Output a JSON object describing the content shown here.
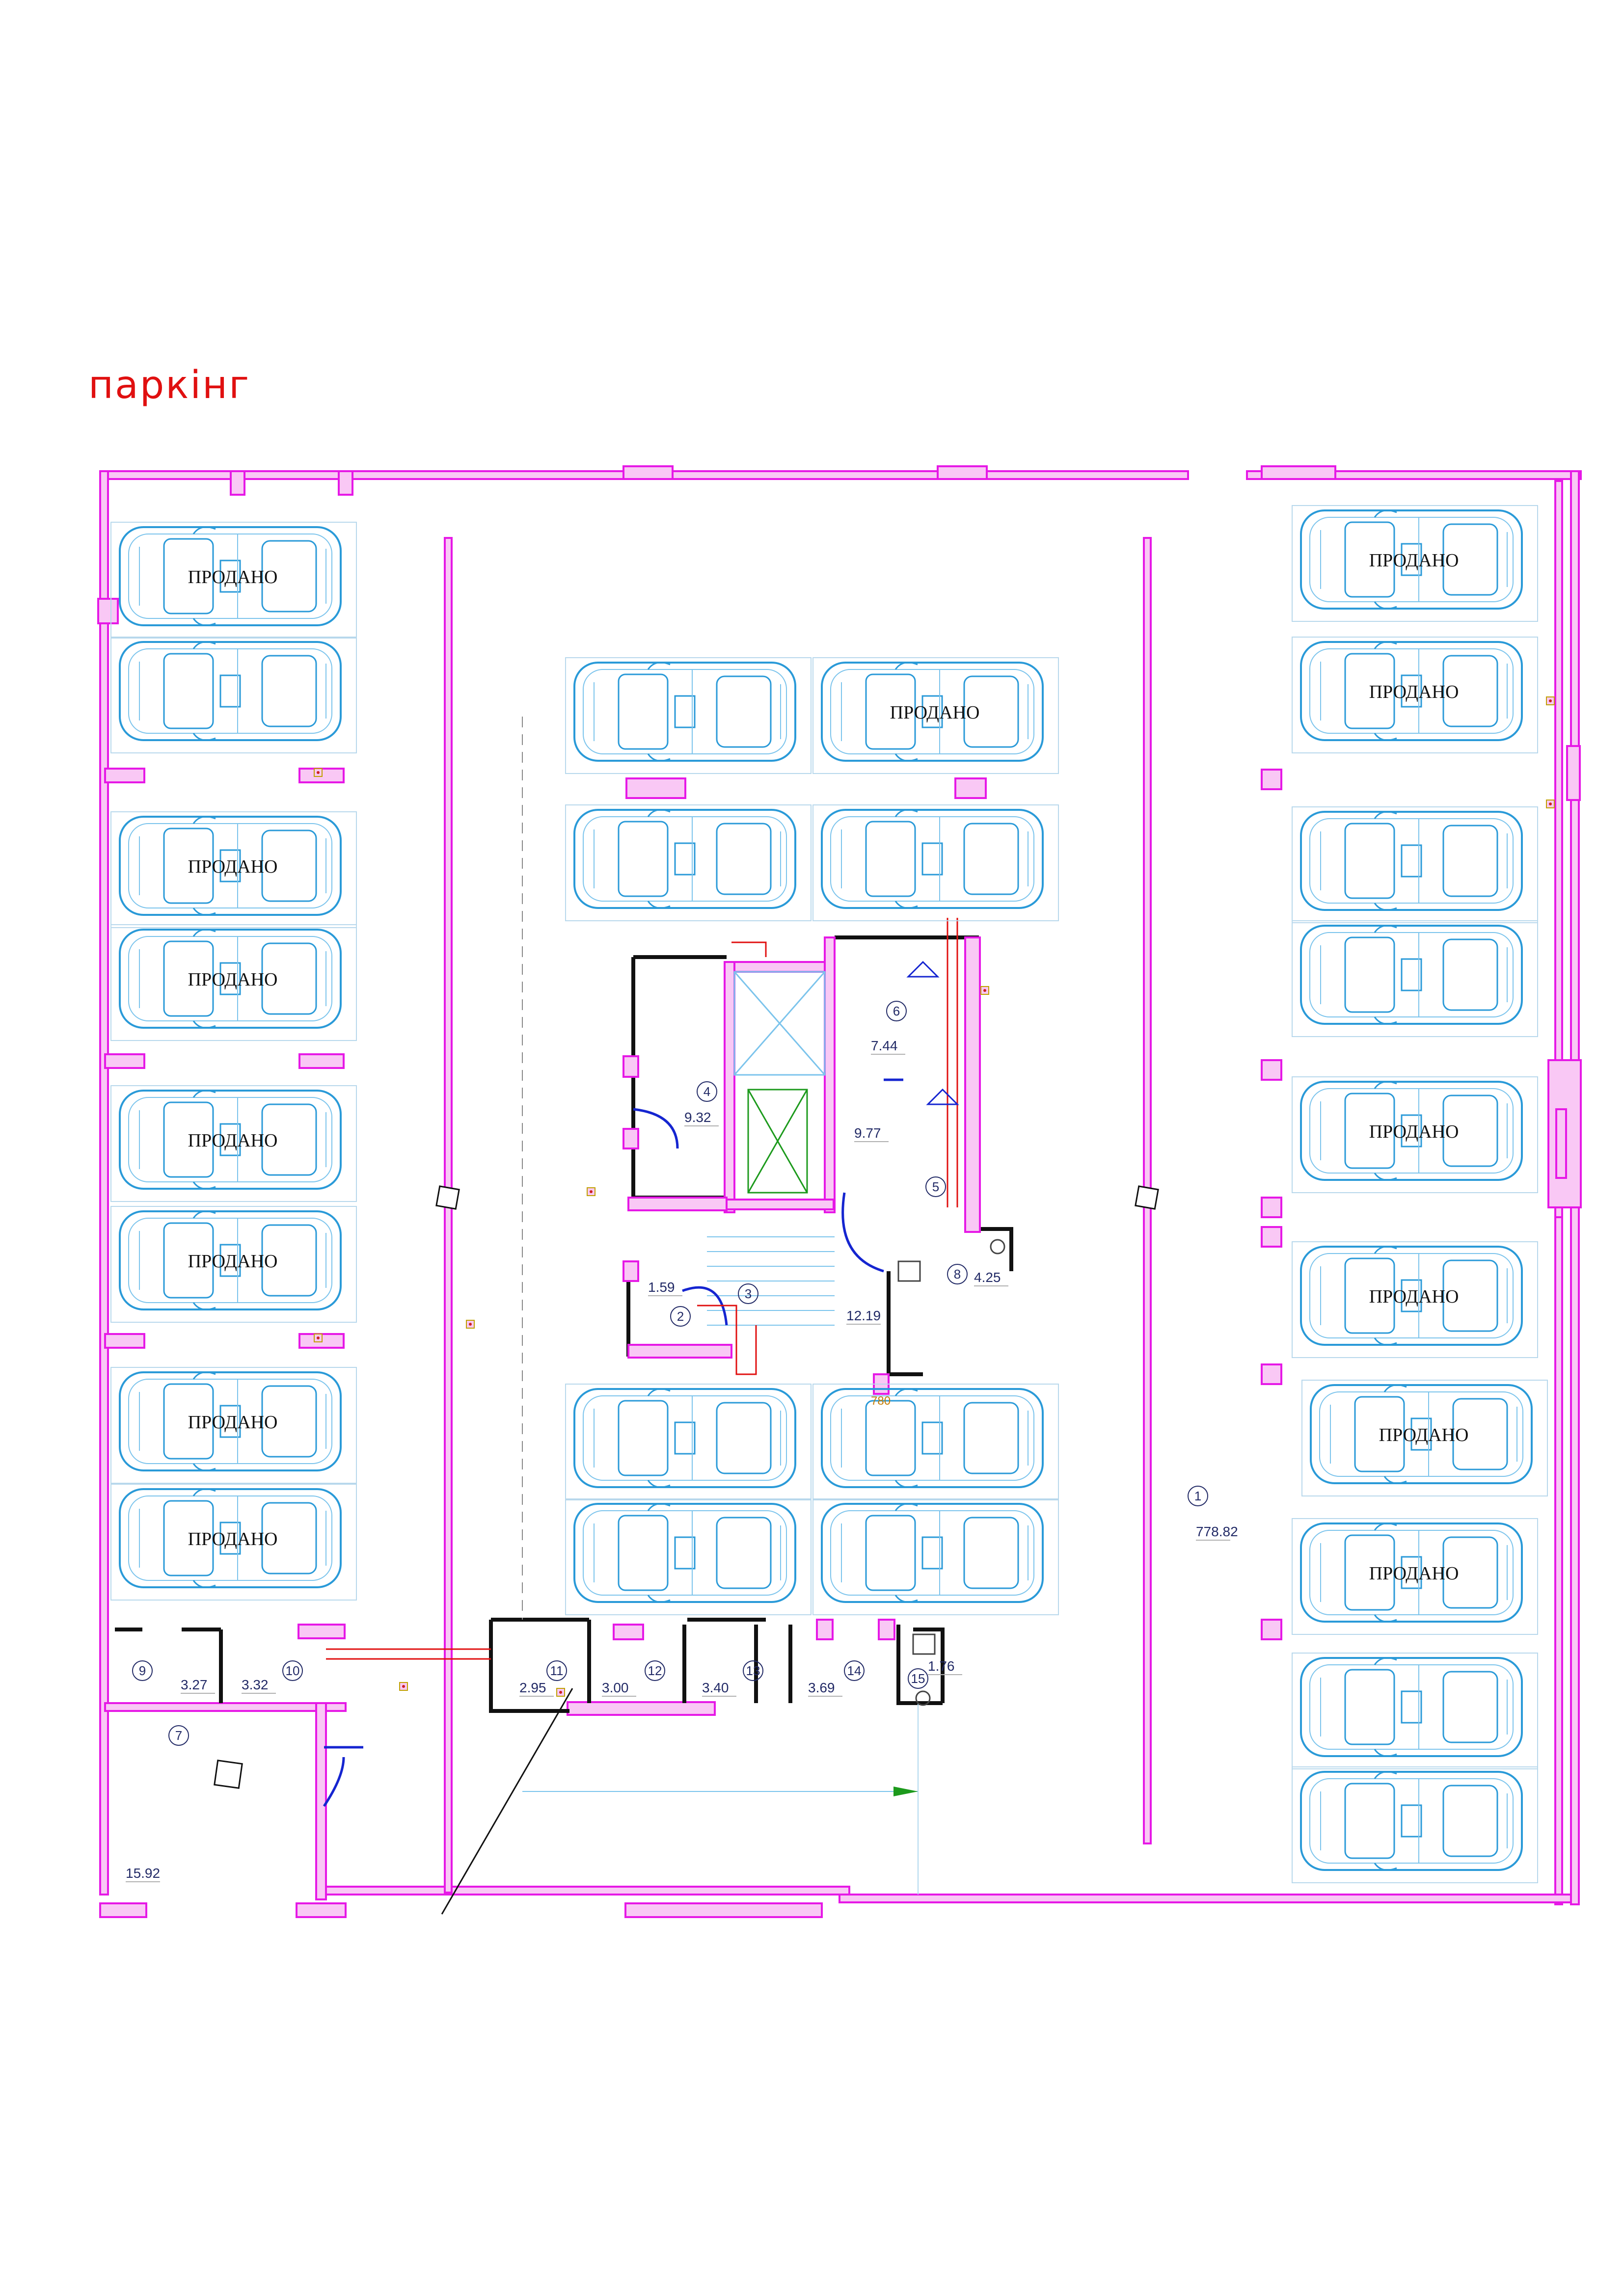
{
  "title": "паркінг",
  "sold_label": "ПРОДАНО",
  "colors": {
    "wall": "#e619e6",
    "wall_fill": "#f9c8f5",
    "car": "#2a9ad8",
    "text": "#222a66",
    "door": "#1525d0",
    "title": "#e01010"
  },
  "parking_spots": [
    {
      "id": "L1",
      "sold": true
    },
    {
      "id": "L2",
      "sold": false
    },
    {
      "id": "L3",
      "sold": true
    },
    {
      "id": "L4",
      "sold": true
    },
    {
      "id": "L5",
      "sold": true
    },
    {
      "id": "L6",
      "sold": true
    },
    {
      "id": "L7",
      "sold": true
    },
    {
      "id": "L8",
      "sold": true
    },
    {
      "id": "C1",
      "sold": false
    },
    {
      "id": "C2",
      "sold": true
    },
    {
      "id": "C3",
      "sold": false
    },
    {
      "id": "C4",
      "sold": false
    },
    {
      "id": "C5",
      "sold": false
    },
    {
      "id": "C6",
      "sold": false
    },
    {
      "id": "C7",
      "sold": false
    },
    {
      "id": "C8",
      "sold": false
    },
    {
      "id": "R1",
      "sold": true
    },
    {
      "id": "R2",
      "sold": true
    },
    {
      "id": "R3",
      "sold": false
    },
    {
      "id": "R4",
      "sold": false
    },
    {
      "id": "R5",
      "sold": true
    },
    {
      "id": "R6",
      "sold": true
    },
    {
      "id": "R7",
      "sold": true
    },
    {
      "id": "R8",
      "sold": true
    },
    {
      "id": "R9",
      "sold": false
    },
    {
      "id": "R10",
      "sold": false
    }
  ],
  "rooms": [
    {
      "num": "1",
      "area": "778.82"
    },
    {
      "num": "2",
      "area": "1.59"
    },
    {
      "num": "3",
      "area": "12.19"
    },
    {
      "num": "4",
      "area": "9.32"
    },
    {
      "num": "5",
      "area": "9.77"
    },
    {
      "num": "6",
      "area": "7.44"
    },
    {
      "num": "7",
      "area": "15.92"
    },
    {
      "num": "8",
      "area": "4.25"
    },
    {
      "num": "9",
      "area": "3.27"
    },
    {
      "num": "10",
      "area": "3.32"
    },
    {
      "num": "11",
      "area": "2.95"
    },
    {
      "num": "12",
      "area": "3.00"
    },
    {
      "num": "13",
      "area": "3.40"
    },
    {
      "num": "14",
      "area": "3.69"
    },
    {
      "num": "15",
      "area": "1.76"
    }
  ],
  "dimension_label": "780"
}
